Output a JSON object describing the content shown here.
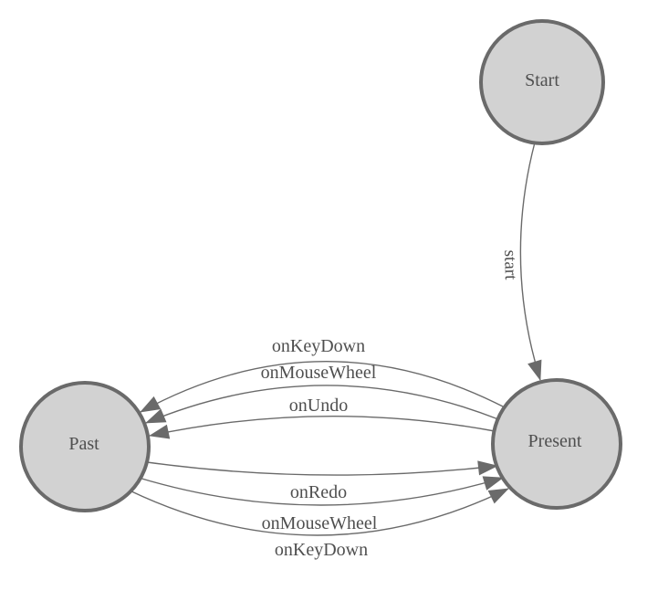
{
  "diagram": {
    "type": "state-machine",
    "background": "#ffffff",
    "colors": {
      "node_fill": "#d2d2d2",
      "node_stroke": "#6a6a6a",
      "edge_stroke": "#6a6a6a",
      "arrowhead_fill": "#6a6a6a",
      "label_text": "#4f4f4f"
    },
    "nodes": [
      {
        "id": "start",
        "label": "Start"
      },
      {
        "id": "present",
        "label": "Present"
      },
      {
        "id": "past",
        "label": "Past"
      }
    ],
    "edges": [
      {
        "from": "start",
        "to": "present",
        "label": "start"
      },
      {
        "from": "present",
        "to": "past",
        "label": "onKeyDown"
      },
      {
        "from": "present",
        "to": "past",
        "label": "onMouseWheel"
      },
      {
        "from": "present",
        "to": "past",
        "label": "onUndo"
      },
      {
        "from": "past",
        "to": "present",
        "label": "onRedo"
      },
      {
        "from": "past",
        "to": "present",
        "label": "onMouseWheel"
      },
      {
        "from": "past",
        "to": "present",
        "label": "onKeyDown"
      }
    ]
  }
}
